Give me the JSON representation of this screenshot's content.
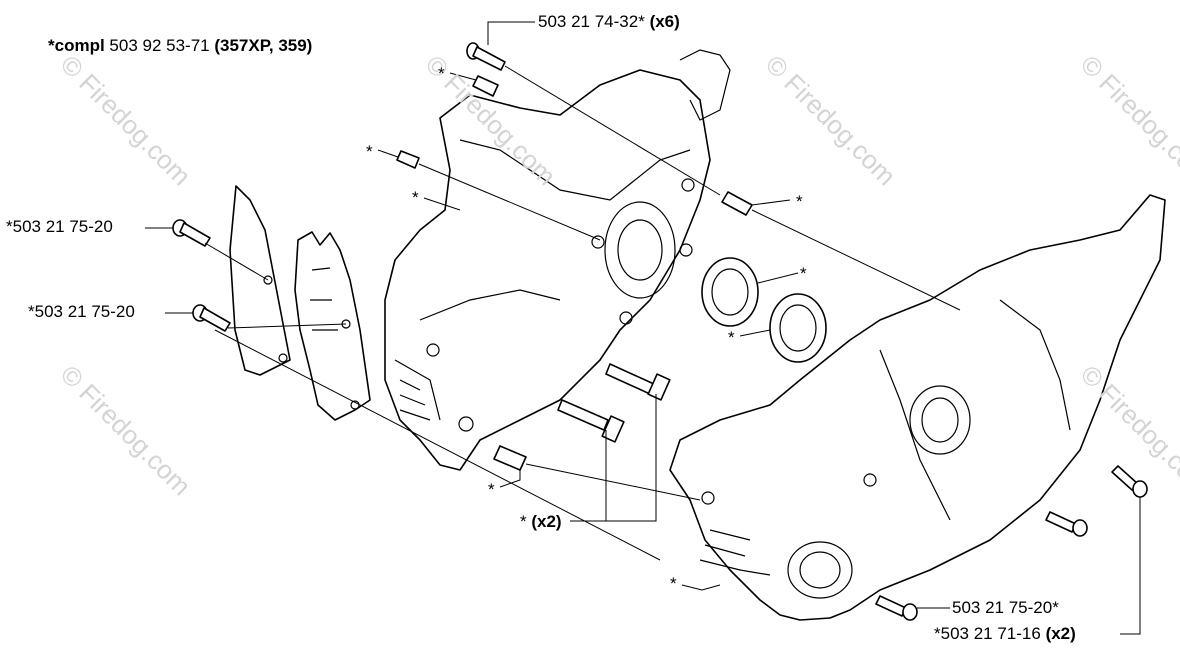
{
  "watermark": "© Firedog.com",
  "labels": {
    "compl_prefix": "*compl",
    "compl_number": "503 92 53-71",
    "compl_models": "(357XP, 359)",
    "screw_top": "503 21 74-32*",
    "screw_top_qty": "(x6)",
    "screw_left_1": "*503 21 75-20",
    "screw_left_2": "*503 21 75-20",
    "screw_br_1": "503 21 75-20*",
    "screw_br_2": "*503 21 71-16",
    "screw_br_2_qty": "(x2)",
    "bolt_qty_star": "*",
    "bolt_qty": "(x2)",
    "star": "*"
  }
}
